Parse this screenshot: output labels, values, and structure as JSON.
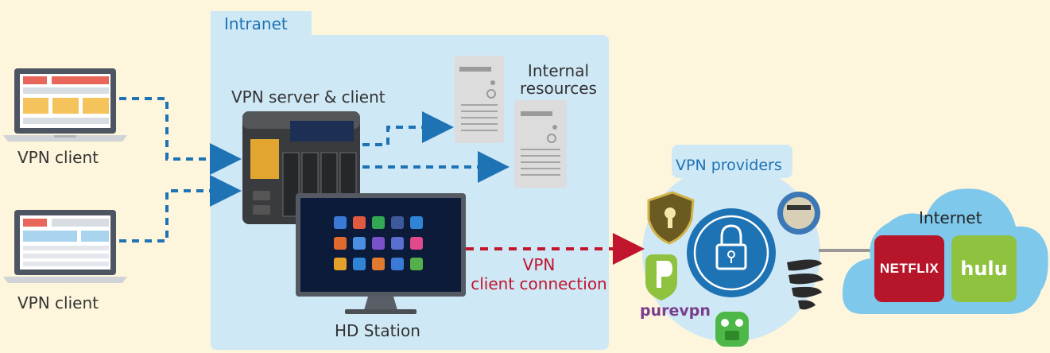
{
  "labels": {
    "intranet": "Intranet",
    "vpn_server": "VPN server & client",
    "internal_resources": "Internal\nresources",
    "internal_resources_line1": "Internal",
    "internal_resources_line2": "resources",
    "vpn_client_top": "VPN client",
    "vpn_client_bottom": "VPN client",
    "hd_station": "HD Station",
    "vpn_connection_line1": "VPN",
    "vpn_connection_line2": "client connection",
    "vpn_providers": "VPN providers",
    "internet": "Internet"
  },
  "services": {
    "netflix": "NETFLIX",
    "hulu": "hulu"
  },
  "providers": {
    "purevpn": "purevpn"
  },
  "colors": {
    "background": "#fdf6dc",
    "intranet_fill": "#cfe8f6",
    "blue_arrow": "#1e73b5",
    "red_arrow": "#c0152d",
    "cloud": "#7ec8ec",
    "netflix": "#b7162a",
    "hulu": "#8ec23f"
  },
  "icons": [
    "laptop-icon",
    "nas-device-icon",
    "server-icon",
    "monitor-icon",
    "lock-icon",
    "shield-icon",
    "cloud-icon"
  ]
}
